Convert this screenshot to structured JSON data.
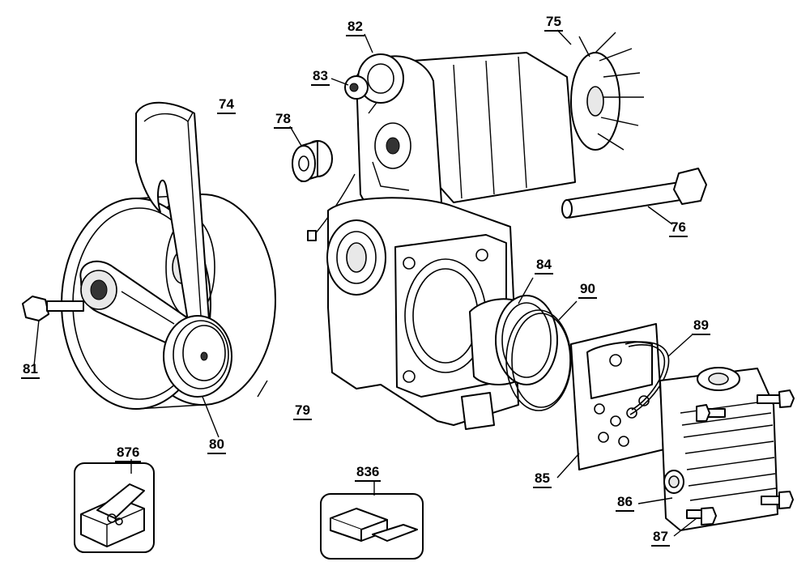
{
  "diagram": {
    "callouts": {
      "c74": "74",
      "c75": "75",
      "c76": "76",
      "c78": "78",
      "c79": "79",
      "c80": "80",
      "c81": "81",
      "c82": "82",
      "c83": "83",
      "c84": "84",
      "c85": "85",
      "c86": "86",
      "c87": "87",
      "c89": "89",
      "c90": "90",
      "c836": "836",
      "c876": "876"
    }
  }
}
